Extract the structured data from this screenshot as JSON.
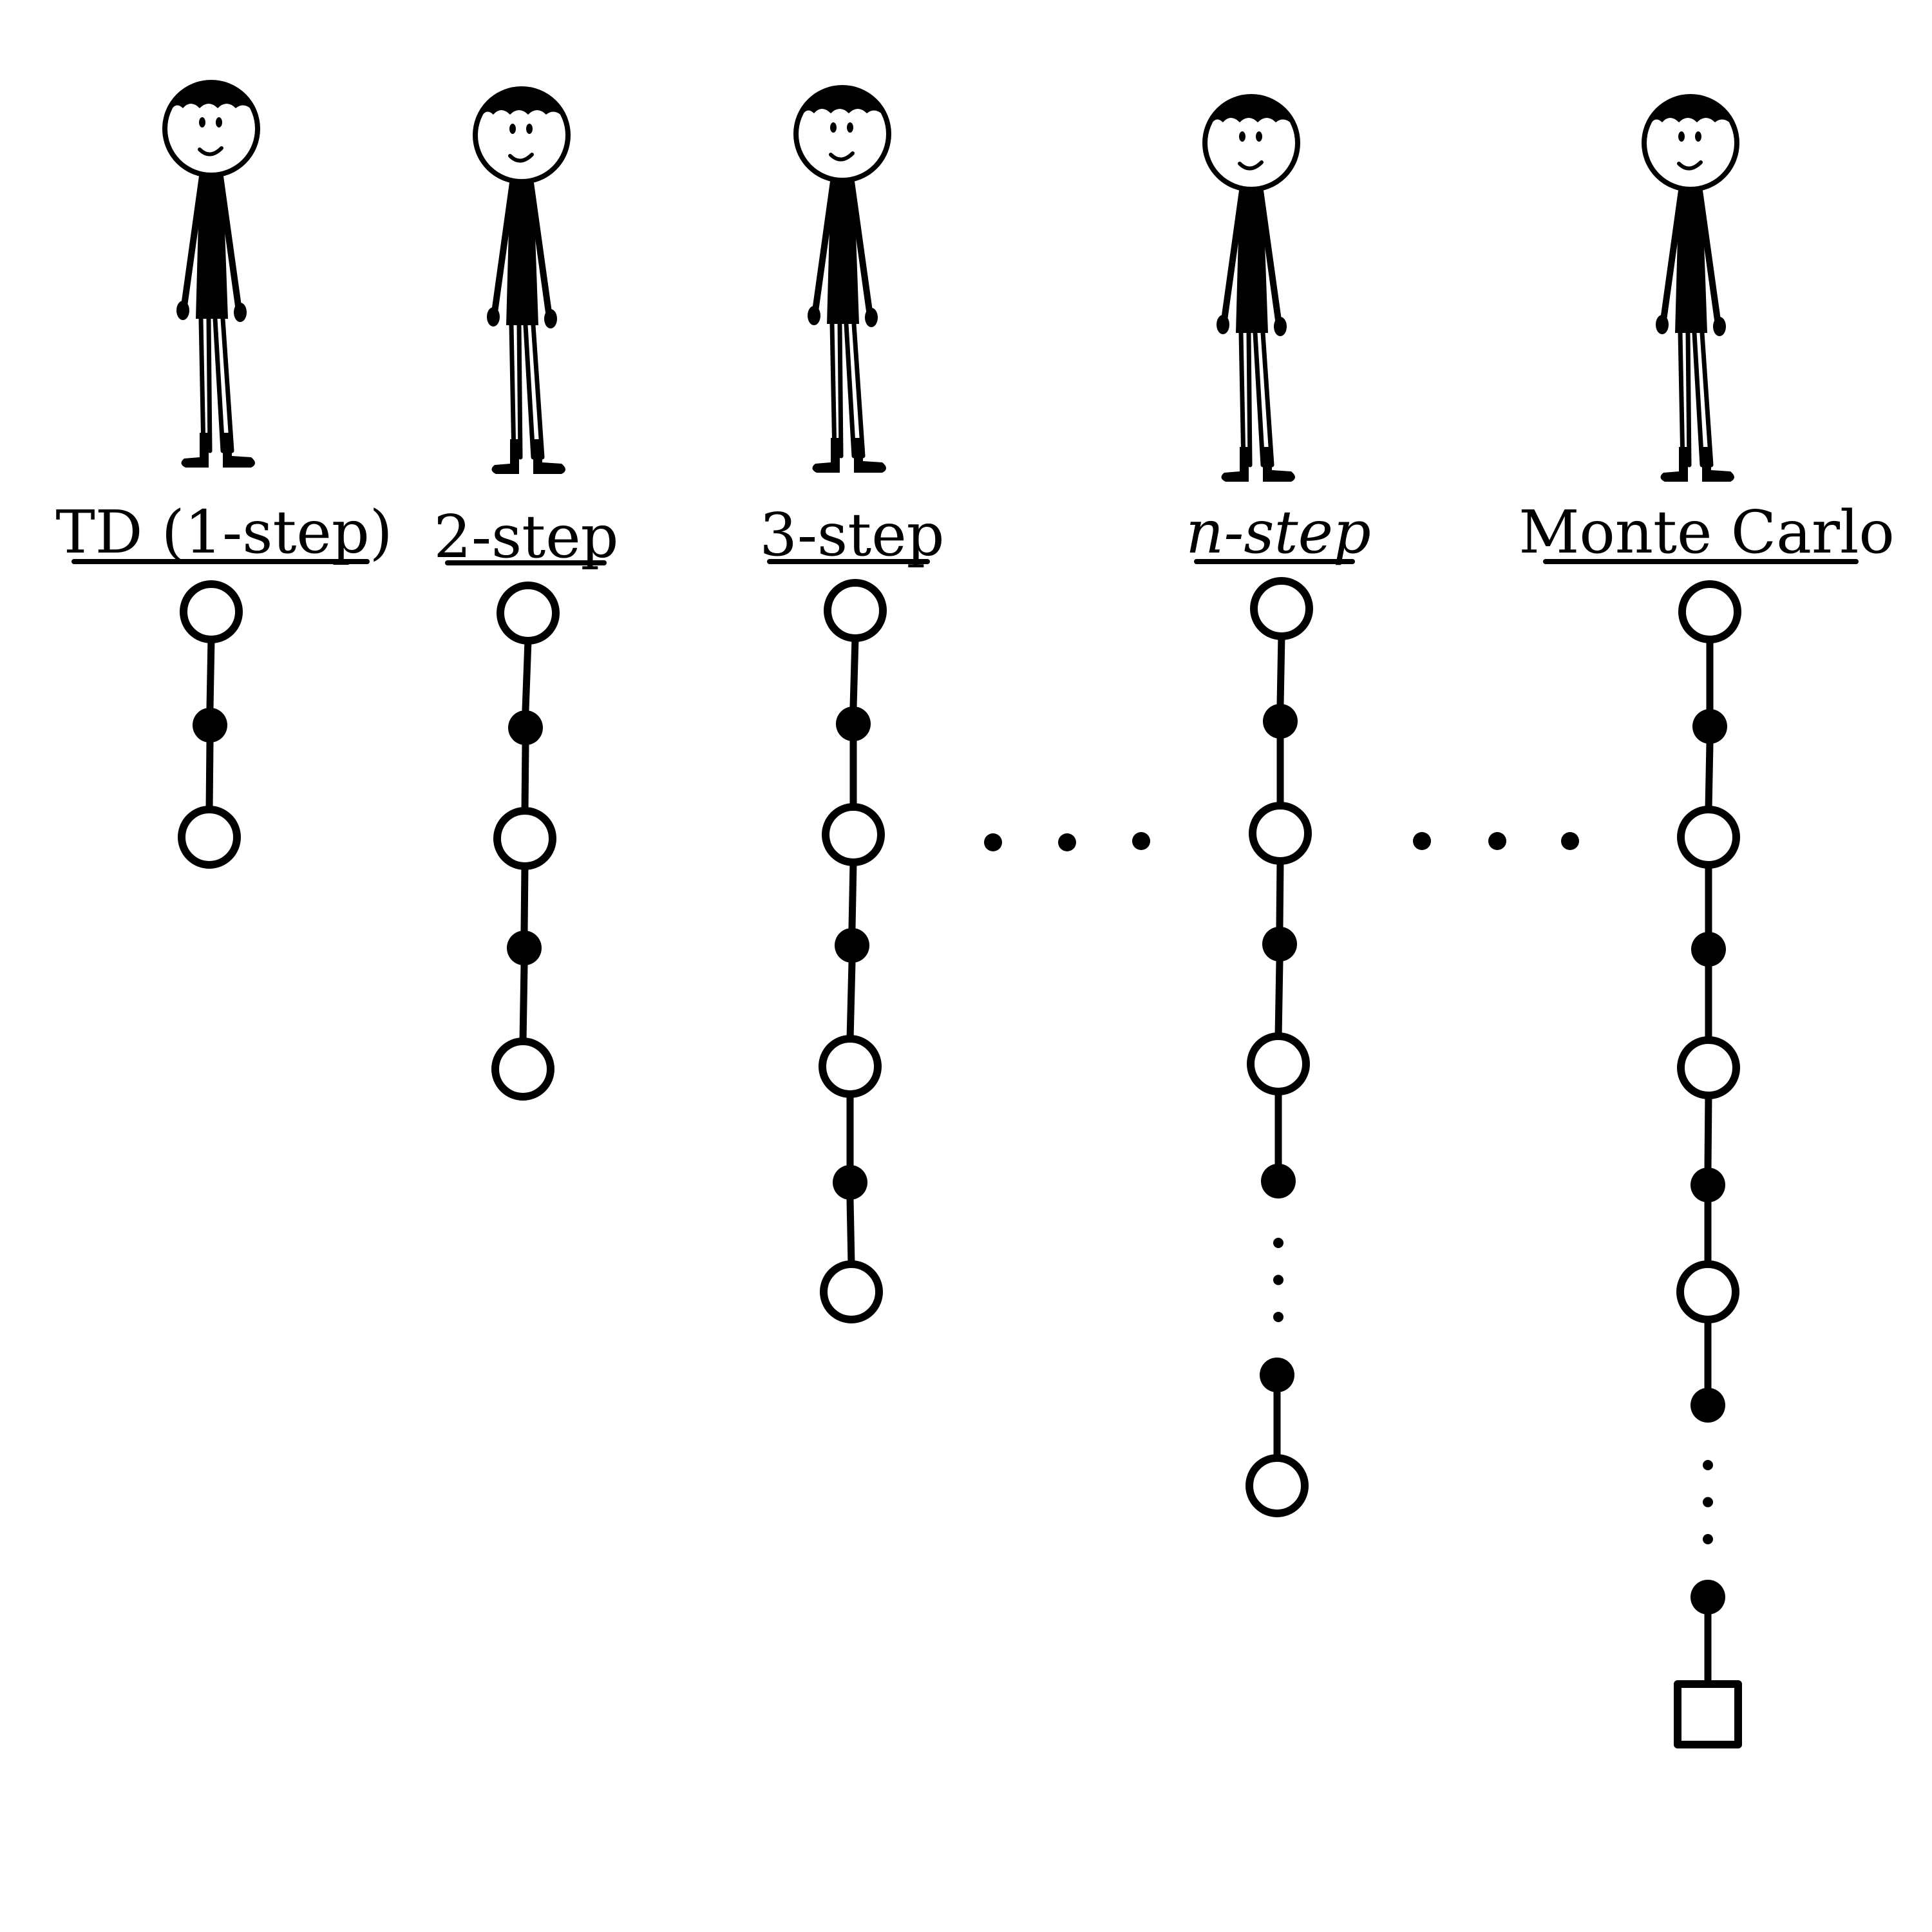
{
  "diagram": {
    "columns": [
      {
        "label": "TD (1-step)",
        "italic": false,
        "steps": 1,
        "continues": false,
        "terminal": false
      },
      {
        "label": "2-step",
        "italic": false,
        "steps": 2,
        "continues": false,
        "terminal": false
      },
      {
        "label": "3-step",
        "italic": false,
        "steps": 3,
        "continues": false,
        "terminal": false
      },
      {
        "label": "n-step",
        "italic": true,
        "steps": 2,
        "continues": true,
        "terminal": false
      },
      {
        "label": "Monte Carlo",
        "italic": false,
        "steps": 3,
        "continues": true,
        "terminal": true
      }
    ],
    "colors": {
      "ink": "#000000",
      "background": "#ffffff"
    }
  }
}
